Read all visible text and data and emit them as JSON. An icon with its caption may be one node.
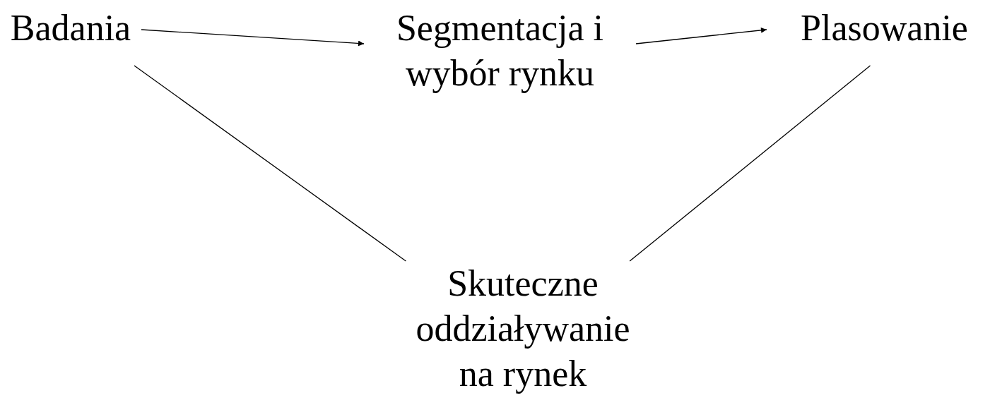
{
  "diagram": {
    "nodes": [
      {
        "text": [
          "Badania"
        ]
      },
      {
        "text": [
          "Segmentacja i wybór rynku"
        ]
      },
      {
        "text": [
          "Plasowanie"
        ]
      },
      {
        "text": [
          "Skuteczne oddziaływanie na rynek"
        ]
      }
    ],
    "edges": [
      {
        "from": 0,
        "to": 1,
        "arrow": "to"
      },
      {
        "from": 1,
        "to": 2,
        "arrow": "to"
      },
      {
        "from": 0,
        "to": 3,
        "arrow": "none"
      },
      {
        "from": 2,
        "to": 3,
        "arrow": "none"
      }
    ]
  }
}
